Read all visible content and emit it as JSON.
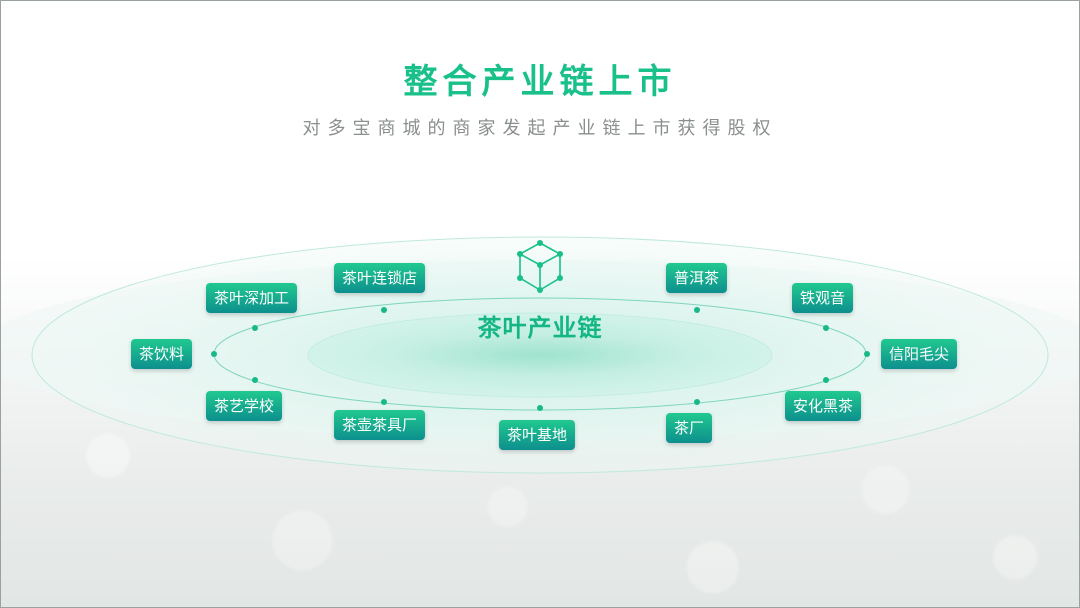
{
  "header": {
    "title": "整合产业链上市",
    "subtitle": "对多宝商城的商家发起产业链上市获得股权"
  },
  "center": {
    "label": "茶叶产业链",
    "icon": "cube-network-icon"
  },
  "nodes": [
    "茶叶深加工",
    "茶叶连锁店",
    "普洱茶",
    "铁观音",
    "茶饮料",
    "信阳毛尖",
    "茶艺学校",
    "茶壶茶具厂",
    "茶叶基地",
    "茶厂",
    "安化黑茶"
  ],
  "colors": {
    "accent": "#19c08a",
    "node_top": "#21c98f",
    "node_bottom": "#0d8f8e",
    "subtitle": "#8a8f8d"
  }
}
